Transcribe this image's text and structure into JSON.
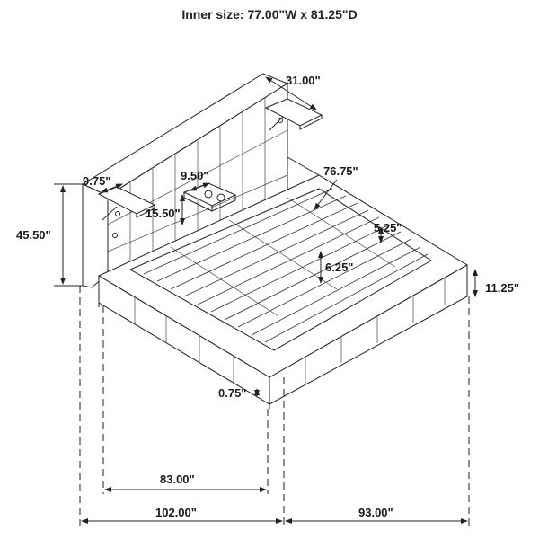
{
  "title": "Inner size: 77.00\"W x 81.25\"D",
  "dimensions": {
    "headboard_width": "31.00\"",
    "left_shelf_depth": "9.75\"",
    "right_shelf_depth": "9.50\"",
    "shelf_height": "15.50\"",
    "headboard_height": "45.50\"",
    "inner_length": "76.75\"",
    "slat_height": "5.25\"",
    "rail_height": "6.25\"",
    "frame_height": "11.25\"",
    "floor_clearance": "0.75\"",
    "inner_width": "83.00\"",
    "overall_width": "102.00\"",
    "overall_depth": "93.00\""
  },
  "colors": {
    "line": "#222222",
    "background": "#ffffff"
  }
}
